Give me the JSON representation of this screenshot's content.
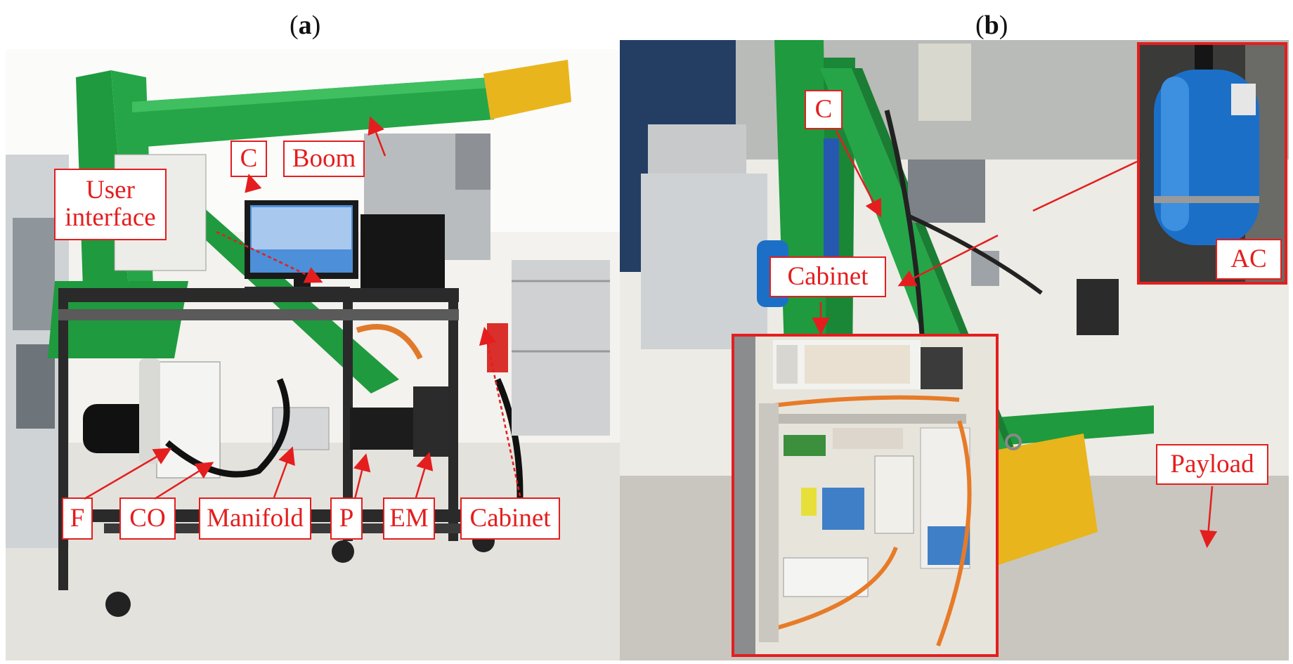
{
  "panels": [
    {
      "id": "a",
      "title": "a"
    },
    {
      "id": "b",
      "title": "b"
    }
  ],
  "labels_a": {
    "c": "C",
    "boom": "Boom",
    "user_interface": "User\ninterface",
    "f": "F",
    "co": "CO",
    "manifold": "Manifold",
    "p": "P",
    "em": "EM",
    "cabinet": "Cabinet"
  },
  "labels_b": {
    "c": "C",
    "cabinet": "Cabinet",
    "ac": "AC",
    "payload": "Payload"
  },
  "colors": {
    "label_red": "#e41e1e",
    "boom_green": "#1f9a3e",
    "payload_yellow": "#e8b51c",
    "accumulator_blue": "#1c6fc7",
    "frame_dark": "#2a2a2a"
  }
}
